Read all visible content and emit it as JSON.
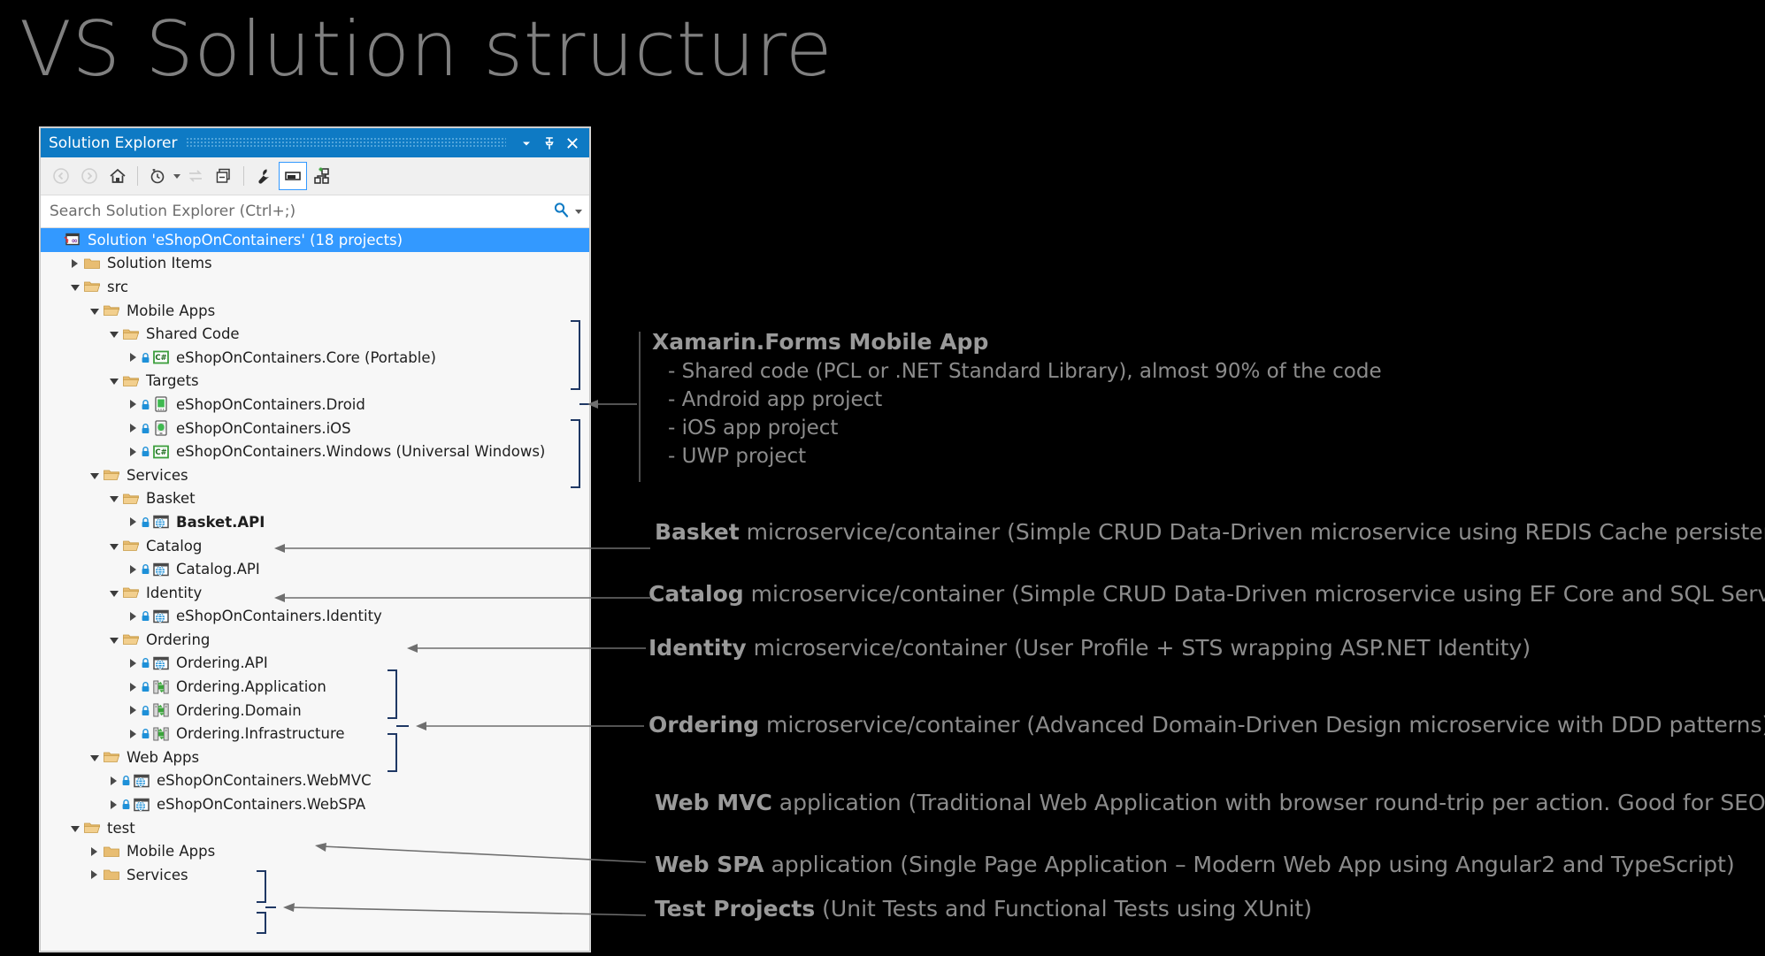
{
  "slide": {
    "title": "VS Solution structure"
  },
  "window": {
    "title": "Solution Explorer",
    "titlebar_buttons": [
      {
        "name": "dropdown-icon",
        "glyph": "▼"
      },
      {
        "name": "pin-icon",
        "glyph": "pin"
      },
      {
        "name": "close-icon",
        "glyph": "✕"
      }
    ],
    "toolbar": [
      {
        "name": "back-button",
        "label": "Back",
        "state": "disabled"
      },
      {
        "name": "forward-button",
        "label": "Forward",
        "state": "disabled"
      },
      {
        "name": "home-button",
        "label": "Home",
        "state": "enabled"
      },
      {
        "name": "pending-changes-button",
        "label": "Pending Changes Filter",
        "state": "enabled"
      },
      {
        "name": "sync-with-active-document-button",
        "label": "Sync with Active Document",
        "state": "disabled"
      },
      {
        "name": "refresh-button",
        "label": "Collapse All",
        "state": "enabled"
      },
      {
        "name": "properties-button",
        "label": "Properties",
        "state": "enabled"
      },
      {
        "name": "preview-selected-items-button",
        "label": "Preview Selected Items",
        "state": "selected"
      },
      {
        "name": "show-all-files-button",
        "label": "Show All Files",
        "state": "enabled"
      }
    ],
    "search": {
      "placeholder": "Search Solution Explorer (Ctrl+;)"
    }
  },
  "tree": [
    {
      "indent": 0,
      "twisty": "none",
      "icon": "solution",
      "label": "Solution 'eShopOnContainers' (18 projects)",
      "selected": true,
      "bold": false,
      "lock": false
    },
    {
      "indent": 1,
      "twisty": "closed",
      "icon": "folder-closed",
      "label": "Solution Items",
      "selected": false,
      "bold": false,
      "lock": false
    },
    {
      "indent": 1,
      "twisty": "open",
      "icon": "folder-open",
      "label": "src",
      "selected": false,
      "bold": false,
      "lock": false
    },
    {
      "indent": 2,
      "twisty": "open",
      "icon": "folder-open",
      "label": "Mobile Apps",
      "selected": false,
      "bold": false,
      "lock": false
    },
    {
      "indent": 3,
      "twisty": "open",
      "icon": "folder-open",
      "label": "Shared Code",
      "selected": false,
      "bold": false,
      "lock": false
    },
    {
      "indent": 4,
      "twisty": "closed",
      "icon": "csharp",
      "label": "eShopOnContainers.Core (Portable)",
      "selected": false,
      "bold": false,
      "lock": true
    },
    {
      "indent": 3,
      "twisty": "open",
      "icon": "folder-open",
      "label": "Targets",
      "selected": false,
      "bold": false,
      "lock": false
    },
    {
      "indent": 4,
      "twisty": "closed",
      "icon": "android",
      "label": "eShopOnContainers.Droid",
      "selected": false,
      "bold": false,
      "lock": true
    },
    {
      "indent": 4,
      "twisty": "closed",
      "icon": "ios",
      "label": "eShopOnContainers.iOS",
      "selected": false,
      "bold": false,
      "lock": true
    },
    {
      "indent": 4,
      "twisty": "closed",
      "icon": "csharp",
      "label": "eShopOnContainers.Windows (Universal Windows)",
      "selected": false,
      "bold": false,
      "lock": true
    },
    {
      "indent": 2,
      "twisty": "open",
      "icon": "folder-open",
      "label": "Services",
      "selected": false,
      "bold": false,
      "lock": false
    },
    {
      "indent": 3,
      "twisty": "open",
      "icon": "folder-open",
      "label": "Basket",
      "selected": false,
      "bold": false,
      "lock": false
    },
    {
      "indent": 4,
      "twisty": "closed",
      "icon": "web",
      "label": "Basket.API",
      "selected": false,
      "bold": true,
      "lock": true
    },
    {
      "indent": 3,
      "twisty": "open",
      "icon": "folder-open",
      "label": "Catalog",
      "selected": false,
      "bold": false,
      "lock": false
    },
    {
      "indent": 4,
      "twisty": "closed",
      "icon": "web",
      "label": "Catalog.API",
      "selected": false,
      "bold": false,
      "lock": true
    },
    {
      "indent": 3,
      "twisty": "open",
      "icon": "folder-open",
      "label": "Identity",
      "selected": false,
      "bold": false,
      "lock": false
    },
    {
      "indent": 4,
      "twisty": "closed",
      "icon": "web",
      "label": "eShopOnContainers.Identity",
      "selected": false,
      "bold": false,
      "lock": true
    },
    {
      "indent": 3,
      "twisty": "open",
      "icon": "folder-open",
      "label": "Ordering",
      "selected": false,
      "bold": false,
      "lock": false
    },
    {
      "indent": 4,
      "twisty": "closed",
      "icon": "web",
      "label": "Ordering.API",
      "selected": false,
      "bold": false,
      "lock": true
    },
    {
      "indent": 4,
      "twisty": "closed",
      "icon": "library",
      "label": "Ordering.Application",
      "selected": false,
      "bold": false,
      "lock": true
    },
    {
      "indent": 4,
      "twisty": "closed",
      "icon": "library",
      "label": "Ordering.Domain",
      "selected": false,
      "bold": false,
      "lock": true
    },
    {
      "indent": 4,
      "twisty": "closed",
      "icon": "library",
      "label": "Ordering.Infrastructure",
      "selected": false,
      "bold": false,
      "lock": true
    },
    {
      "indent": 2,
      "twisty": "open",
      "icon": "folder-open",
      "label": "Web Apps",
      "selected": false,
      "bold": false,
      "lock": false
    },
    {
      "indent": 3,
      "twisty": "closed",
      "icon": "web",
      "label": "eShopOnContainers.WebMVC",
      "selected": false,
      "bold": false,
      "lock": true
    },
    {
      "indent": 3,
      "twisty": "closed",
      "icon": "web",
      "label": "eShopOnContainers.WebSPA",
      "selected": false,
      "bold": false,
      "lock": true
    },
    {
      "indent": 1,
      "twisty": "open",
      "icon": "folder-open",
      "label": "test",
      "selected": false,
      "bold": false,
      "lock": false
    },
    {
      "indent": 2,
      "twisty": "closed",
      "icon": "folder-closed",
      "label": "Mobile Apps",
      "selected": false,
      "bold": false,
      "lock": false
    },
    {
      "indent": 2,
      "twisty": "closed",
      "icon": "folder-closed",
      "label": "Services",
      "selected": false,
      "bold": false,
      "lock": false
    }
  ],
  "annotations": {
    "xamarin": {
      "heading": "Xamarin.Forms Mobile App",
      "bullets": [
        "- Shared code (PCL or .NET Standard Library), almost 90% of the code",
        "- Android app project",
        "- iOS app project",
        "- UWP project"
      ]
    },
    "lines": [
      {
        "name": "basket",
        "bold": "Basket",
        "rest": " microservice/container (Simple CRUD Data-Driven microservice using REDIS Cache persistence)"
      },
      {
        "name": "catalog",
        "bold": "Catalog",
        "rest": " microservice/container (Simple CRUD Data-Driven microservice using EF Core and SQL Server)"
      },
      {
        "name": "identity",
        "bold": "Identity",
        "rest": " microservice/container (User Profile + STS wrapping ASP.NET Identity)"
      },
      {
        "name": "ordering",
        "bold": "Ordering",
        "rest": " microservice/container (Advanced Domain-Driven Design microservice with DDD patterns)"
      },
      {
        "name": "webmvc",
        "bold": "Web MVC",
        "rest": " application (Traditional Web Application with browser round-trip per action. Good for SEO)"
      },
      {
        "name": "webspa",
        "bold": "Web SPA",
        "rest": " application (Single Page Application – Modern Web App using Angular2 and TypeScript)"
      },
      {
        "name": "tests",
        "bold": "Test Projects",
        "rest": " (Unit Tests and Functional Tests using XUnit)"
      }
    ]
  },
  "colors": {
    "background": "#000000",
    "accent_blue": "#0e7ac4",
    "selection_blue": "#3399ff",
    "panel_bg": "#f7f7f7",
    "annotation_text": "#8c8c8c",
    "folder": "#e8bd72",
    "bracket": "#1f3864"
  }
}
